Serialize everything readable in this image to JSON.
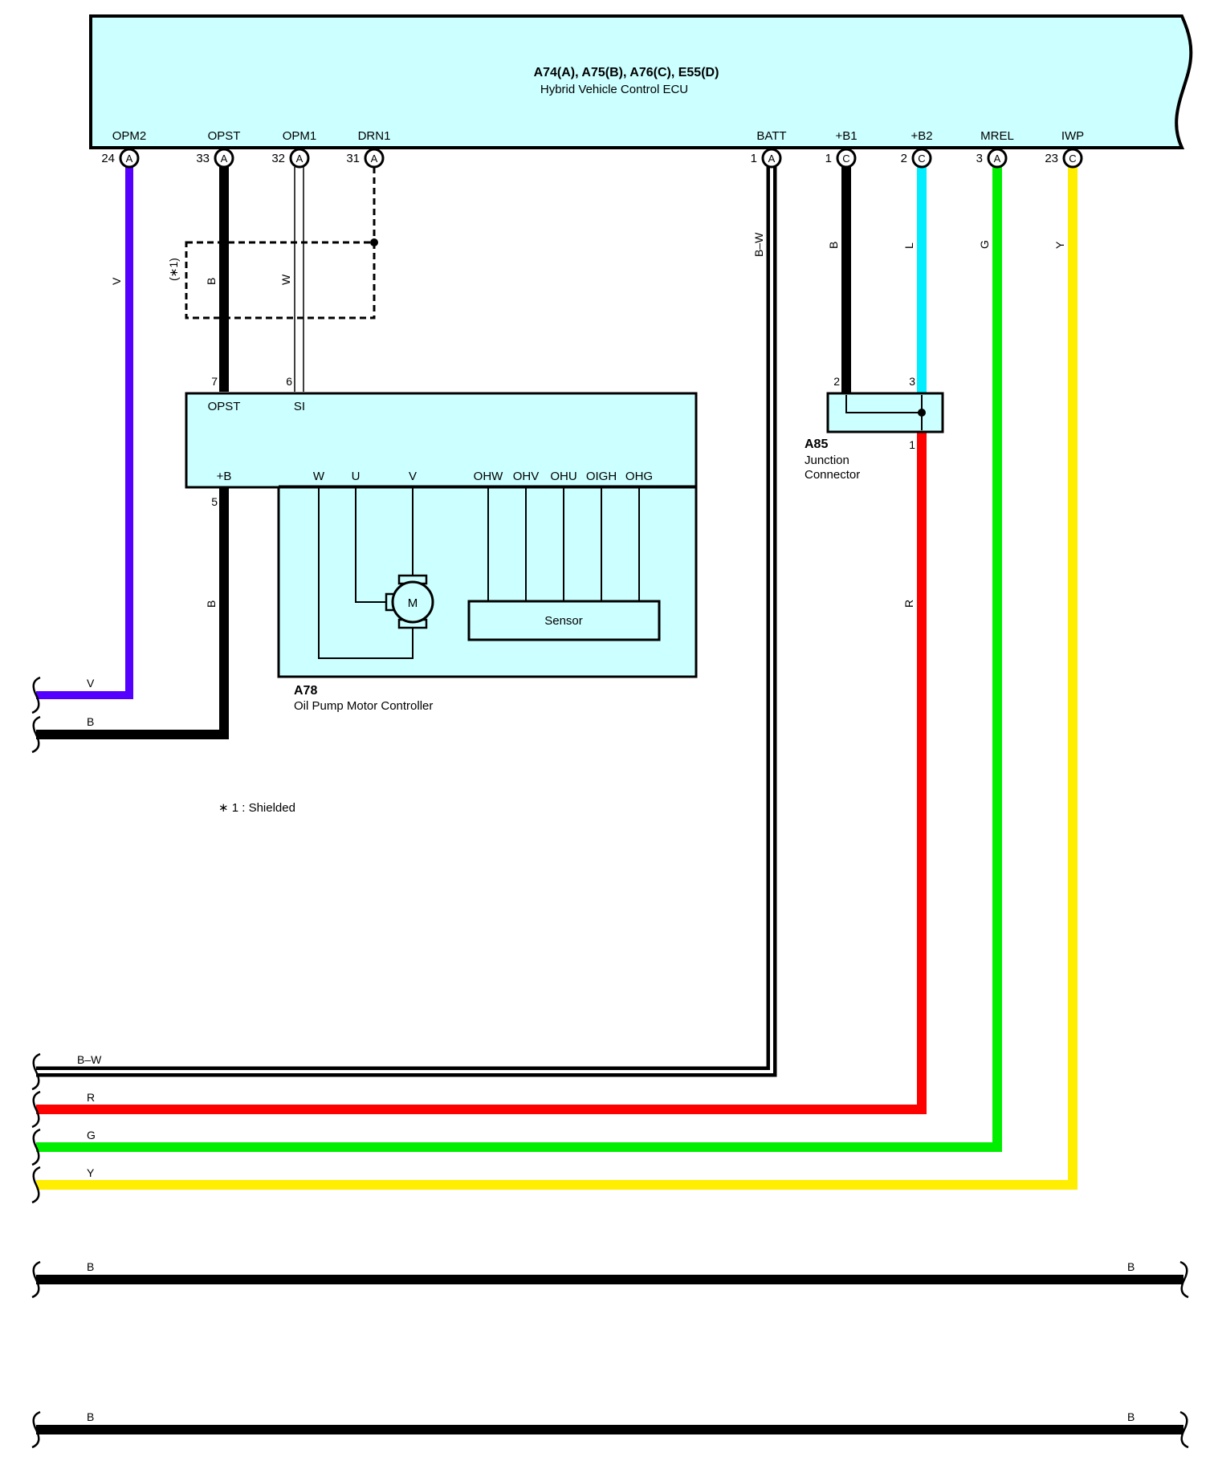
{
  "colors": {
    "component_fill": "#ccffff",
    "wire_violet": "#5500ff",
    "wire_black": "#000000",
    "wire_light_blue": "#00eeff",
    "wire_green": "#00ee00",
    "wire_yellow": "#ffee00",
    "wire_red": "#ff0000"
  },
  "ecu": {
    "title": "A74(A), A75(B), A76(C), E55(D)",
    "name": "Hybrid Vehicle Control ECU",
    "terminals": [
      {
        "id": "opm2",
        "label": "OPM2",
        "pin": "24",
        "connector": "A"
      },
      {
        "id": "opst",
        "label": "OPST",
        "pin": "33",
        "connector": "A"
      },
      {
        "id": "opm1",
        "label": "OPM1",
        "pin": "32",
        "connector": "A"
      },
      {
        "id": "drn1",
        "label": "DRN1",
        "pin": "31",
        "connector": "A"
      },
      {
        "id": "batt",
        "label": "BATT",
        "pin": "1",
        "connector": "A"
      },
      {
        "id": "b1",
        "label": "+B1",
        "pin": "1",
        "connector": "C"
      },
      {
        "id": "b2",
        "label": "+B2",
        "pin": "2",
        "connector": "C"
      },
      {
        "id": "mrel",
        "label": "MREL",
        "pin": "3",
        "connector": "A"
      },
      {
        "id": "iwp",
        "label": "IWP",
        "pin": "23",
        "connector": "C"
      }
    ]
  },
  "wire_codes": {
    "opm2": "V",
    "opst": "B",
    "opm1": "W",
    "batt": "B–W",
    "b1": "B",
    "b2": "L",
    "mrel": "G",
    "iwp": "Y",
    "a85_out": "R",
    "a78_plus_b": "B"
  },
  "shield": {
    "mark": "(∗1)",
    "note": "∗ 1 : Shielded"
  },
  "a78": {
    "code": "A78",
    "name": "Oil Pump Motor Controller",
    "pin_opst": "7",
    "pin_si": "6",
    "pin_plus_b": "5",
    "label_opst": "OPST",
    "label_si": "SI",
    "label_plus_b": "+B",
    "label_w": "W",
    "label_u": "U",
    "label_v": "V",
    "sensor_terminals": [
      "OHW",
      "OHV",
      "OHU",
      "OIGH",
      "OHG"
    ],
    "motor": "M",
    "sensor": "Sensor"
  },
  "a85": {
    "code": "A85",
    "name_line1": "Junction",
    "name_line2": "Connector",
    "pin_in1": "2",
    "pin_in2": "3",
    "pin_out": "1"
  },
  "bus_labels": {
    "left_v": "V",
    "left_b": "B",
    "bw": "B–W",
    "r": "R",
    "g": "G",
    "y": "Y",
    "ground1_left": "B",
    "ground1_right": "B",
    "ground2_left": "B",
    "ground2_right": "B"
  }
}
